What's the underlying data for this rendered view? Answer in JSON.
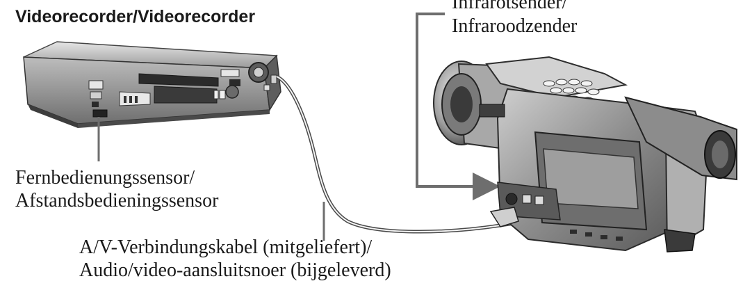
{
  "diagram": {
    "title": "Videorecorder/Videorecorder",
    "devices": {
      "vcr": "vcr-device",
      "camcorder": "camcorder-device"
    },
    "labels": {
      "infrared_line1": "Infrarotsender/",
      "infrared_line2": "Infraroodzender",
      "remote_sensor_line1": "Fernbedienungssensor/",
      "remote_sensor_line2": "Afstandsbedieningssensor",
      "cable_line1": "A/V-Verbindungskabel (mitgeliefert)/",
      "cable_line2": "Audio/video-aansluitsnoer (bijgeleverd)"
    },
    "colors": {
      "line": "#6e6e6e",
      "device_dark": "#3a3a3a",
      "device_mid": "#8a8a8a",
      "device_light": "#d9d9d9",
      "text": "#1a1a1a"
    }
  }
}
